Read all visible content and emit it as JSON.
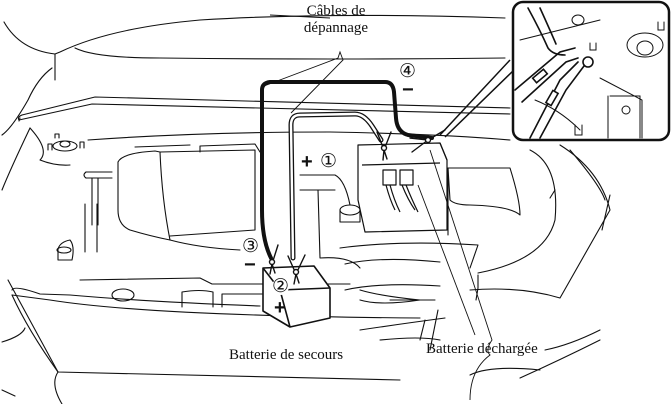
{
  "diagram": {
    "title": "Jump-start cable connection",
    "labels": {
      "cables": "Câbles de\ndépannage",
      "cables_line1": "Câbles de",
      "cables_line2": "dépannage",
      "booster_battery": "Batterie de secours",
      "discharged_battery": "Batterie déchargée"
    },
    "steps": [
      {
        "number": "①",
        "sign": "+",
        "description": "Positive cable to discharged battery positive terminal"
      },
      {
        "number": "②",
        "sign": "+",
        "description": "Positive cable to booster battery positive terminal"
      },
      {
        "number": "③",
        "sign": "−",
        "description": "Negative cable to booster battery negative terminal"
      },
      {
        "number": "④",
        "sign": "−",
        "description": "Negative cable to engine ground point"
      }
    ],
    "inset": {
      "description": "Detail of ground connection on engine bracket"
    },
    "colors": {
      "line": "#111111",
      "background": "#ffffff"
    }
  }
}
